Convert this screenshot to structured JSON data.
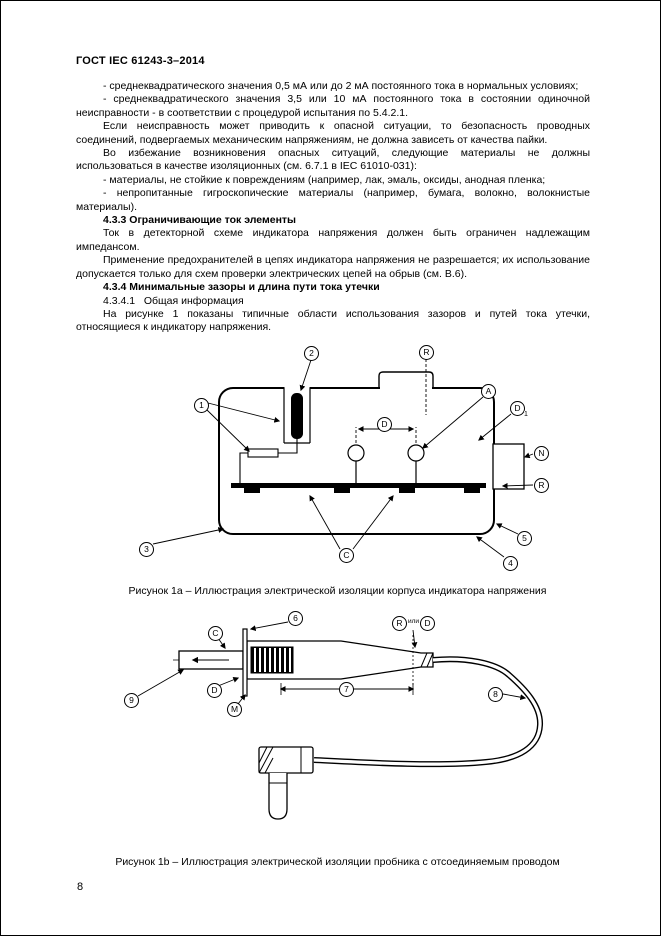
{
  "page": {
    "header": "ГОСТ IEC 61243-3–2014",
    "page_number": "8"
  },
  "paragraphs": [
    {
      "text": "- среднеквадратического значения 0,5 мА или до 2 мА постоянного тока в нормальных условиях;"
    },
    {
      "text": "- среднеквадратического значения 3,5 или 10 мА постоянного тока в состоянии одиночной неисправности - в соответствии с процедурой испытания по 5.4.2.1."
    },
    {
      "text": "Если неисправность может приводить к опасной ситуации, то безопасность проводных соединений, подвергаемых механическим напряжениям, не должна зависеть от качества пайки."
    },
    {
      "text": "Во избежание возникновения опасных ситуаций, следующие материалы не должны использоваться в качестве изоляционных (см. 6.7.1 в IEC 61010-031):"
    },
    {
      "text": "- материалы, не стойкие к повреждениям (например, лак, эмаль, оксиды, анодная пленка;"
    },
    {
      "text": "- непропитанные гигроскопические материалы (например, бумага, волокно, волокнистые материалы)."
    },
    {
      "text": "4.3.3 Ограничивающие ток элементы"
    },
    {
      "text": "Ток в детекторной схеме индикатора напряжения должен быть ограничен надлежащим импедансом."
    },
    {
      "text": "Применение предохранителей в цепях индикатора напряжения не разрешается; их использование допускается только для схем проверки электрических цепей на обрыв (см. В.6)."
    },
    {
      "text": "4.3.4 Минимальные зазоры и длина пути тока утечки"
    },
    {
      "text": "4.3.4.1   Общая информация"
    },
    {
      "text": "На рисунке 1 показаны типичные области использования зазоров и путей тока утечки, относящиеся к индикатору напряжения."
    }
  ],
  "figure_1a": {
    "caption": "Рисунок 1а – Иллюстрация электрической изоляции корпуса индикатора напряжения",
    "labels": {
      "n1": "1",
      "n2": "2",
      "n3": "3",
      "n4": "4",
      "n5": "5",
      "a": "A",
      "c": "C",
      "d": "D",
      "d1": "D",
      "d1_sub": "1",
      "n": "N",
      "r_top": "R",
      "r_right": "R"
    }
  },
  "figure_1b": {
    "caption": "Рисунок 1b – Иллюстрация электрической изоляции пробника с отсоединяемым проводом",
    "labels": {
      "n6": "6",
      "n7": "7",
      "n8": "8",
      "n9": "9",
      "c": "C",
      "r": "R",
      "d_top": "D",
      "d_bottom": "D",
      "m": "M",
      "or_text": "или"
    }
  }
}
